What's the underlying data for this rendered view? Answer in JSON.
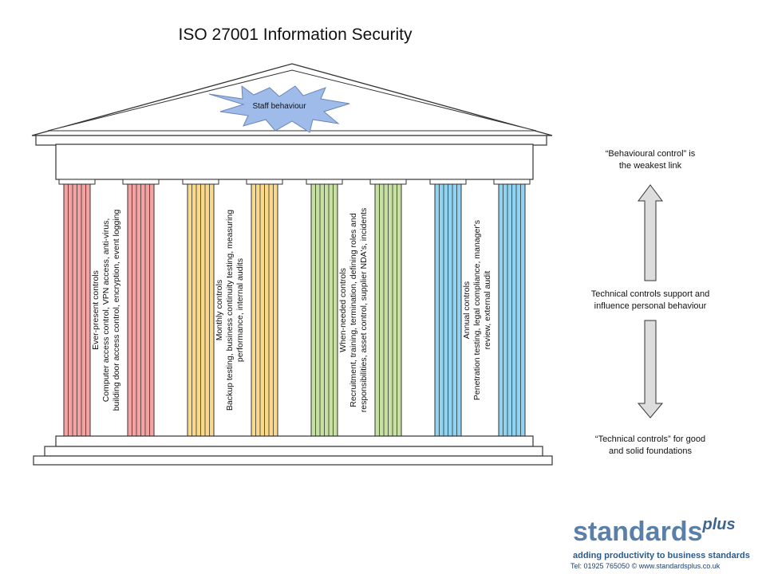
{
  "title": "ISO 27001 Information Security",
  "roof_badge": "Staff behaviour",
  "pillars": [
    {
      "color": "#f4a2a2",
      "lines": [
        "Ever-present controls",
        "Computer  access control, VPN access, anti-virus,",
        "building door access control, encryption, event logging"
      ]
    },
    {
      "color": "#fbd98a",
      "lines": [
        "Monthly controls",
        "Backup testing,  business continuity testing, measuring",
        "performance,  internal audits"
      ]
    },
    {
      "color": "#c5e0a0",
      "lines": [
        "When-needed  controls",
        "Recruitment,  training, termination, defining roles and",
        "responsibilities, asset control, supplier NDA's, incidents"
      ]
    },
    {
      "color": "#8fd3f2",
      "lines": [
        "Annual controls",
        "Penetration testing,  legal compliance, manager's",
        "review, external audit"
      ]
    }
  ],
  "notes": {
    "top": [
      "“Behavioural control” is",
      "the weakest  link"
    ],
    "middle": [
      "Technical controls support and",
      "influence personal behaviour"
    ],
    "bottom": [
      "“Technical controls” for good",
      "and solid foundations"
    ]
  },
  "colors": {
    "outline": "#333333",
    "badge": "#9fbbea",
    "arrow": "#dddddd"
  },
  "logo": {
    "name": "standards",
    "superscript": "plus",
    "tagline": "adding productivity to business standards",
    "contact": "Tel: 01925 765050 © www.standardsplus.co.uk"
  }
}
